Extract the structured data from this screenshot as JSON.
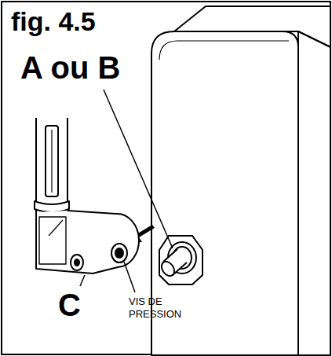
{
  "diagram": {
    "title": "fig. 4.5",
    "labels": [
      "A ou B",
      "C",
      "VIS DE PRESSION"
    ]
  }
}
